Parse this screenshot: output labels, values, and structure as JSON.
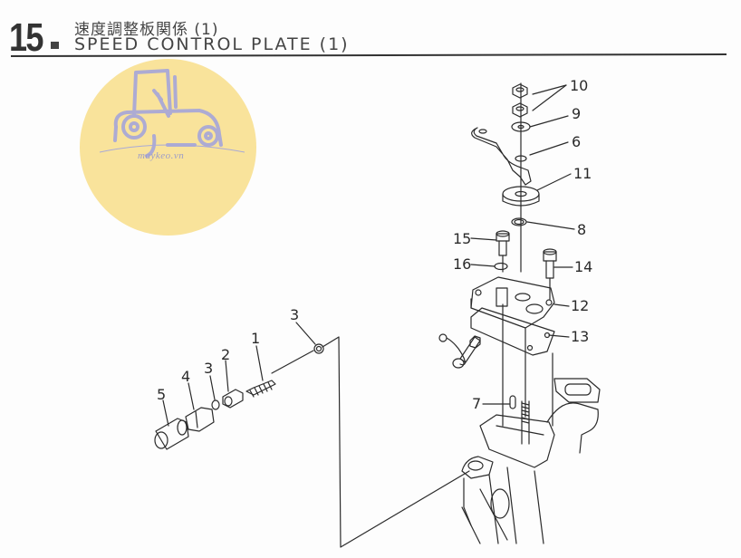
{
  "header": {
    "section_number": "15",
    "title_jp": "速度調整板関係 (1)",
    "title_en": "SPEED CONTROL PLATE (1)"
  },
  "watermark": {
    "text": "maykeo.vn",
    "icon": "tractor-icon",
    "circle_color": "#f8de8a",
    "icon_color": "#a9a9d6"
  },
  "callouts": [
    {
      "id": "c10",
      "label": "10",
      "part": "nut"
    },
    {
      "id": "c9",
      "label": "9",
      "part": "washer"
    },
    {
      "id": "c6",
      "label": "6",
      "part": "lever"
    },
    {
      "id": "c11",
      "label": "11",
      "part": "thick-washer"
    },
    {
      "id": "c8",
      "label": "8",
      "part": "o-ring"
    },
    {
      "id": "c15",
      "label": "15",
      "part": "bolt"
    },
    {
      "id": "c16",
      "label": "16",
      "part": "washer"
    },
    {
      "id": "c14",
      "label": "14",
      "part": "bolt"
    },
    {
      "id": "c12",
      "label": "12",
      "part": "speed-control-plate"
    },
    {
      "id": "c13",
      "label": "13",
      "part": "gasket"
    },
    {
      "id": "c7",
      "label": "7",
      "part": "pin"
    },
    {
      "id": "c1",
      "label": "1",
      "part": "spring-rod"
    },
    {
      "id": "c2",
      "label": "2",
      "part": "nut"
    },
    {
      "id": "c3a",
      "label": "3",
      "part": "washer"
    },
    {
      "id": "c3b",
      "label": "3",
      "part": "washer"
    },
    {
      "id": "c4",
      "label": "4",
      "part": "nut"
    },
    {
      "id": "c5",
      "label": "5",
      "part": "cap"
    }
  ]
}
